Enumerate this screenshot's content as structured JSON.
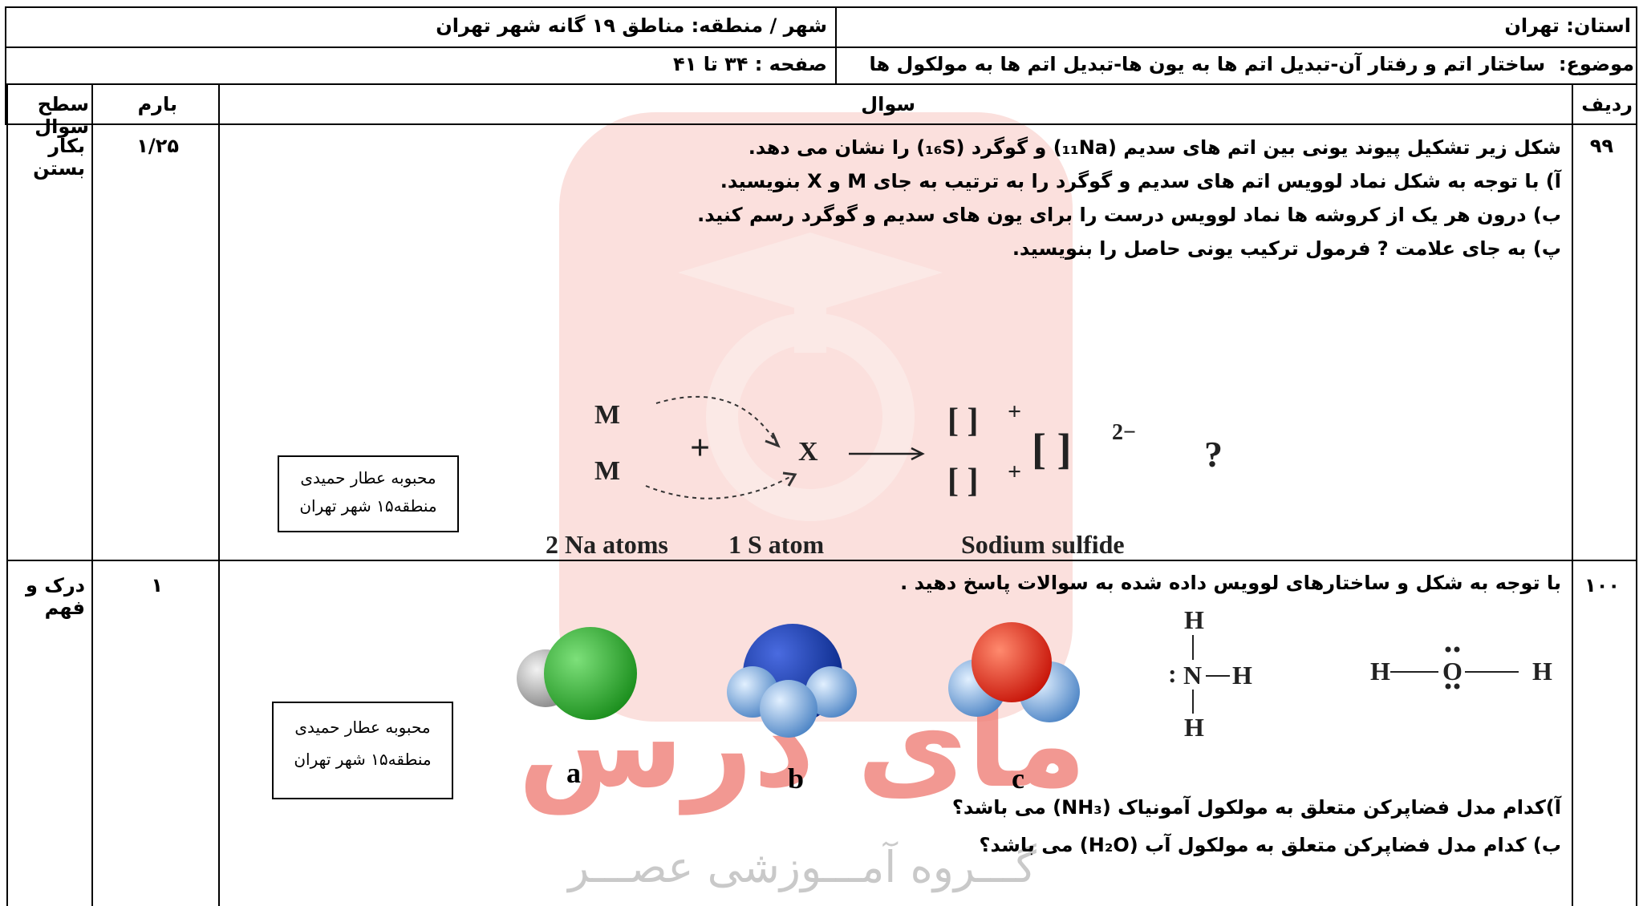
{
  "watermark": {
    "brand_name": "مای درس",
    "group_name": "گـــروه آمـــوزشی عصـــر",
    "colors": {
      "primary": "#e8453c",
      "light": "#f6c3be"
    }
  },
  "header": {
    "province": "استان: تهران",
    "city": "شهر / منطقه: مناطق ۱۹ گانه شهر تهران",
    "topic": "موضوع:  ساختار اتم و رفتار آن-تبدیل اتم ها به یون ها-تبدیل اتم ها به مولکول ها",
    "page": "صفحه : ۳۴ تا ۴۱"
  },
  "columns": {
    "row_no": "ردیف",
    "question": "سوال",
    "score": "بارم",
    "level": "سطح سوال"
  },
  "questions": [
    {
      "number": "۹۹",
      "score": "۱/۲۵",
      "level": "بکار بستن",
      "lines": [
        "شکل زیر تشکیل پیوند یونی بین اتم های سدیم (₁₁Na) و گوگرد (₁₆S) را نشان می دهد.",
        "آ) با توجه به شکل نماد لوویس اتم های سدیم و گوگرد را به ترتیب به جای M و X  بنویسید.",
        "ب) درون هر یک از کروشه ها نماد لوویس درست را برای یون های سدیم و گوگرد رسم کنید.",
        "پ) به جای علامت ? فرمول ترکیب یونی حاصل را بنویسید."
      ],
      "teacher": {
        "name": "محبوبه عطار حمیدی",
        "region": "منطقه۱۵ شهر تهران"
      },
      "diagram": {
        "m1": "M",
        "m2": "M",
        "plus": "+",
        "x": "X",
        "charge1": "+",
        "charge2": "+",
        "charge3": "2−",
        "question_mark": "?",
        "label_na": "2 Na atoms",
        "label_s": "1 S atom",
        "label_product": "Sodium sulfide"
      }
    },
    {
      "number": "۱۰۰",
      "score": "۱",
      "level": "درک و فهم",
      "lines": [
        "با توجه به شکل و ساختارهای لوویس داده شده به سوالات پاسخ دهید ."
      ],
      "sub_lines": [
        "آ)کدام مدل فضاپرکن متعلق به مولکول آمونیاک (NH₃) می باشد؟",
        "ب) کدام مدل فضاپرکن متعلق به مولکول آب (H₂O) می باشد؟"
      ],
      "teacher": {
        "name": "محبوبه عطار حمیدی",
        "region": "منطقه۱۵ شهر تهران"
      },
      "models": {
        "a": "a",
        "b": "b",
        "c": "c"
      },
      "lewis": {
        "h": "H",
        "n": "N",
        "o": "O",
        "colon": ":"
      }
    }
  ]
}
